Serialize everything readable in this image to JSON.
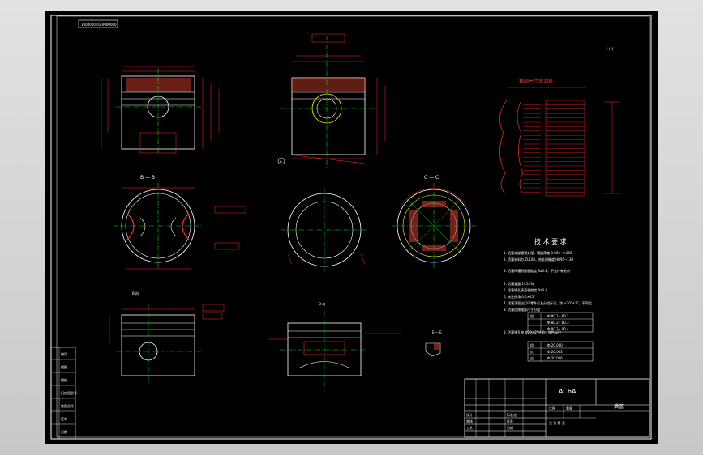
{
  "drawing": {
    "code_box": "1000000-01-0000000",
    "section_bb": "B — B",
    "section_cc": "C — C",
    "view_b": "B 向",
    "view_d": "D 向",
    "view_e": "E — E",
    "datum_a": "A",
    "table_title": "裙部尺寸变动表",
    "tech_title": "技  术  要  求",
    "tech_lines": [
      "1. 活塞裙部镀锡处理，镀层厚度 0.003~0.005",
      "2. 活塞材料为 ZL108，热处理硬度 HB95~130",
      "3. 活塞环槽侧面粗糙度 Ra0.8，不允许有毛刺",
      "4. 活塞重量 145±3g",
      "5. 活塞销孔表面粗糙度 Ra0.4",
      "6. 未注倒角 0.5×45°",
      "7. 活塞顶面应打印零件号及分组标记，涂 ±20°±2°，不同组",
      "8. 活塞应按裙部尺寸分组",
      "9. 活塞销孔按 Ф20±2°分组，涂色标记"
    ],
    "group_rows": [
      {
        "label": "组",
        "value": "Ф 80.1 - 80.2"
      },
      {
        "label": "",
        "value": "Ф 80.2 - 80.3"
      },
      {
        "label": "",
        "value": "Ф 80.3 - 80.4"
      }
    ],
    "pin_rows": [
      {
        "label": "组",
        "value": "Ф 20.000"
      },
      {
        "label": "红",
        "value": "Ф 20.003"
      },
      {
        "label": "白",
        "value": "Ф 20.006"
      }
    ],
    "title_block": {
      "name": "AC6A",
      "drawing_name": "活塞",
      "scale_label": "比例",
      "weight_label": "重量",
      "sheet_label": "共 张 第 张",
      "designer": "设计",
      "checker": "审核",
      "standard": "标准化",
      "approve": "批准",
      "process": "工艺",
      "date": "日期"
    },
    "side_labels": [
      "借用",
      "描图",
      "描校",
      "旧底图总号",
      "底图总号",
      "签字",
      "日期"
    ]
  },
  "colors": {
    "sheet": "#000000",
    "frame": "#ffffff",
    "outline": "#ffffff",
    "dimension": "#ff2b2b",
    "centerline": "#00e000",
    "accent": "#ffff00"
  }
}
